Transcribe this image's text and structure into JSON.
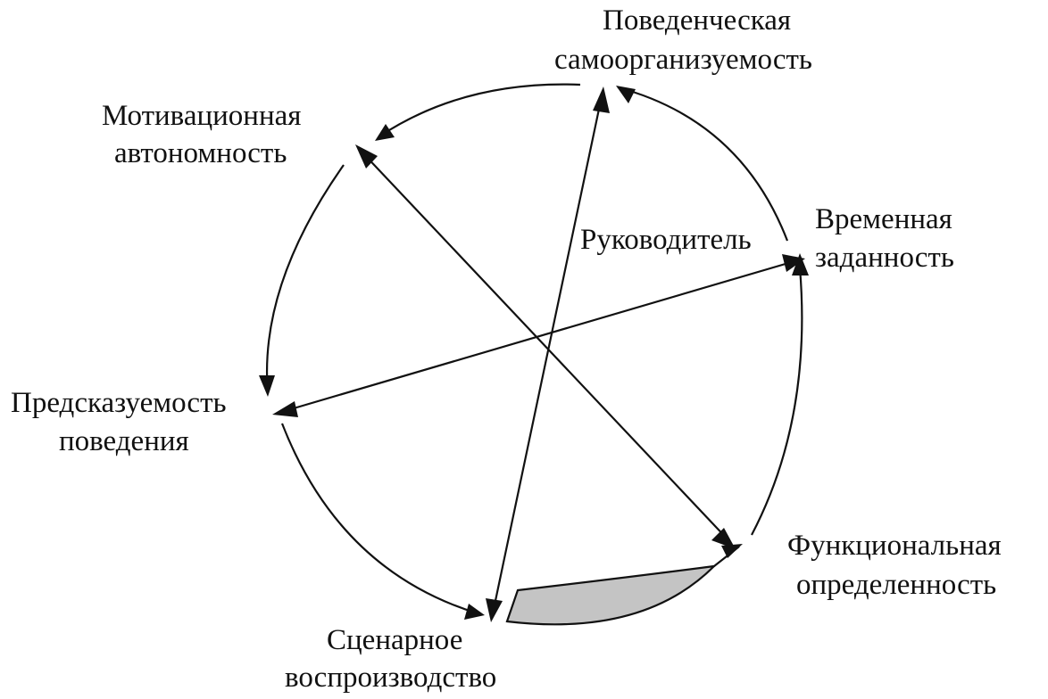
{
  "center_label": "Руководитель",
  "nodes": [
    {
      "id": "behavioral",
      "lines": [
        "Поведенческая",
        "самоорганизуемость"
      ]
    },
    {
      "id": "temporal",
      "lines": [
        "Временная",
        "заданность"
      ]
    },
    {
      "id": "functional",
      "lines": [
        "Функциональная",
        "определенность"
      ]
    },
    {
      "id": "scenario",
      "lines": [
        "Сценарное",
        "воспроизводство"
      ]
    },
    {
      "id": "predictability",
      "lines": [
        "Предсказуемость",
        "поведения"
      ]
    },
    {
      "id": "motivational",
      "lines": [
        "Мотивационная",
        "автономность"
      ]
    }
  ],
  "axes": [
    {
      "from": "scenario",
      "to": "behavioral"
    },
    {
      "from": "predictability",
      "to": "temporal"
    },
    {
      "from": "motivational",
      "to": "functional"
    }
  ],
  "cycle_arrows": [
    {
      "from": "temporal",
      "to": "behavioral"
    },
    {
      "from": "behavioral",
      "to": "motivational"
    },
    {
      "from": "motivational",
      "to": "predictability"
    },
    {
      "from": "predictability",
      "to": "scenario"
    },
    {
      "from": "scenario",
      "to": "functional"
    },
    {
      "from": "functional",
      "to": "temporal"
    }
  ],
  "colors": {
    "ink": "#111111",
    "shaded_segment": "#c4c4c4"
  }
}
